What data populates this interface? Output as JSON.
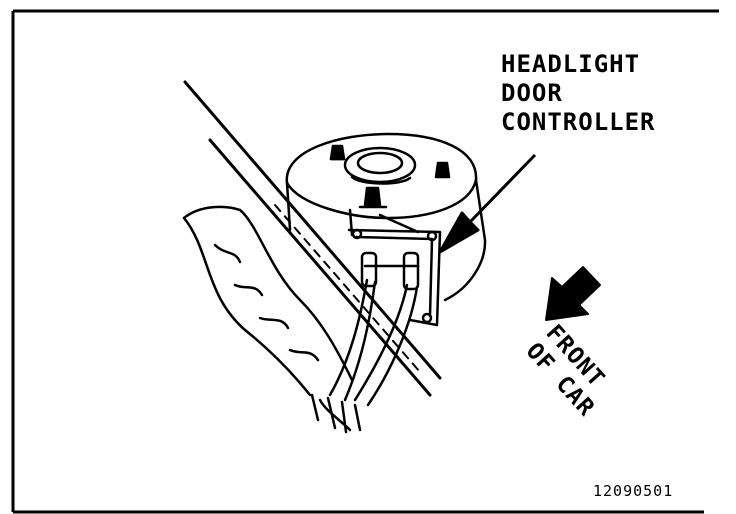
{
  "callouts": {
    "controller_lines": [
      "HEADLIGHT",
      "DOOR",
      "CONTROLLER"
    ],
    "front_lines": [
      "FRONT",
      "OF CAR"
    ]
  },
  "figure_number": "12090501",
  "colors": {
    "ink": "#000000",
    "paper": "#ffffff"
  }
}
